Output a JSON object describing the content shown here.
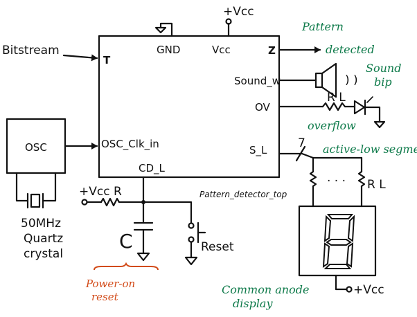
{
  "inputs": {
    "bitstream": "Bitstream",
    "osc": "OSC",
    "freq": "50MHz",
    "quartz_1": "Quartz",
    "quartz_2": "crystal"
  },
  "chip": {
    "name": "Pattern_detector_top",
    "pin_t": "T",
    "pin_osc": "OSC_Clk_in",
    "pin_gnd": "GND",
    "pin_vcc": "Vcc",
    "pin_z": "Z",
    "pin_sound": "Sound_w",
    "pin_ov": "OV",
    "pin_sl": "S_L",
    "pin_cdl": "CD_L"
  },
  "supply": {
    "vcc_top": "+Vcc",
    "vcc_left": "+Vcc",
    "vcc_bottom": "+Vcc"
  },
  "reset_network": {
    "r_label": "R",
    "c_label": "C",
    "reset_label": "Reset",
    "note_1": "Power-on",
    "note_2": "reset"
  },
  "outputs": {
    "pattern_1": "Pattern",
    "pattern_2": "detected",
    "sound_1": "Sound",
    "sound_2": "bip",
    "sound_waves": ") )",
    "overflow": "overflow",
    "rl_led": "R L",
    "bus_width": "7",
    "active_low": "active-low segment",
    "dots": ". . .",
    "rl_display": "R L",
    "display_1": "Common anode",
    "display_2": "display"
  },
  "colors": {
    "annotation_green": "#0e7a4a",
    "annotation_red": "#d24a18",
    "ink": "#111111"
  }
}
